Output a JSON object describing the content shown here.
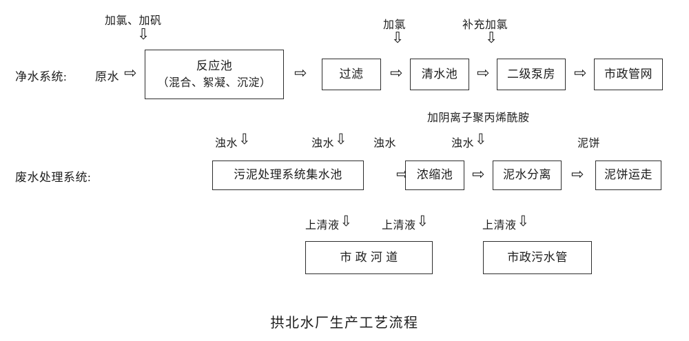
{
  "diagram": {
    "title": "拱北水厂生产工艺流程",
    "rows": {
      "clean_water_label": "净水系统:",
      "waste_water_label": "废水处理系统:"
    },
    "inputs": {
      "raw_water": "原水"
    },
    "dose_labels": {
      "chlorine_alum": "加氯、加矾",
      "chlorine": "加氯",
      "supplemental_chlorine": "补充加氯",
      "anionic_polyacrylamide": "加阴离子聚丙烯酰胺"
    },
    "clean_water_nodes": [
      {
        "id": "reaction-tank",
        "line1": "反应池",
        "line2": "（混合、絮凝、沉淀）"
      },
      {
        "id": "filtration",
        "line1": "过滤",
        "line2": ""
      },
      {
        "id": "clear-water-tank",
        "line1": "清水池",
        "line2": ""
      },
      {
        "id": "secondary-pump-house",
        "line1": "二级泵房",
        "line2": ""
      },
      {
        "id": "municipal-pipe-network",
        "line1": "市政管网",
        "line2": ""
      }
    ],
    "waste_water_nodes": [
      {
        "id": "sludge-collection-tank",
        "line1": "污泥处理系统集水池"
      },
      {
        "id": "thickening-tank",
        "line1": "浓缩池"
      },
      {
        "id": "sludge-water-separation",
        "line1": "泥水分离"
      },
      {
        "id": "mud-cake-transport",
        "line1": "泥饼运走"
      }
    ],
    "discharge_nodes": [
      {
        "id": "municipal-river",
        "line1": "市 政 河 道"
      },
      {
        "id": "municipal-sewer",
        "line1": "市政污水管"
      }
    ],
    "stream_labels": {
      "turbid_water": "浊水",
      "mud_cake": "泥饼",
      "supernatant": "上清液"
    },
    "glyphs": {
      "arrow_right": "⇨",
      "arrow_down": "⇩"
    },
    "colors": {
      "stroke": "#2b2b2b",
      "text": "#1c1c1c",
      "background": "#ffffff"
    }
  }
}
